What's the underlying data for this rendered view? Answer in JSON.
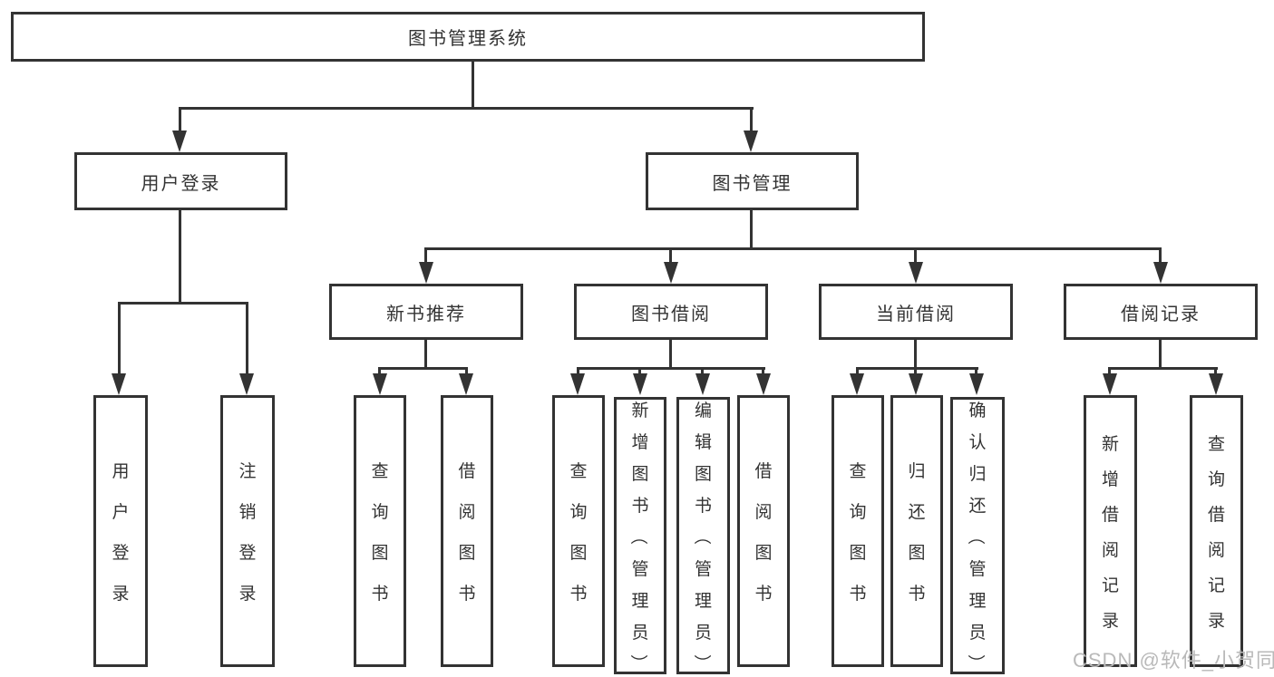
{
  "diagram": {
    "root": {
      "label": "图书管理系统"
    },
    "level2": [
      {
        "label": "用户登录"
      },
      {
        "label": "图书管理"
      }
    ],
    "level3": [
      {
        "label": "新书推荐"
      },
      {
        "label": "图书借阅"
      },
      {
        "label": "当前借阅"
      },
      {
        "label": "借阅记录"
      }
    ],
    "leaves": {
      "user_login": [
        "用户登录",
        "注销登录"
      ],
      "new_book": [
        "查询图书",
        "借阅图书"
      ],
      "book_borrow": [
        "查询图书",
        "新增图书（管理员）",
        "编辑图书（管理员）",
        "借阅图书"
      ],
      "current_borrow": [
        "查询图书",
        "归还图书",
        "确认归还（管理员）"
      ],
      "borrow_record": [
        "新增借阅记录",
        "查询借阅记录"
      ]
    }
  },
  "watermark": {
    "text": "CSDN @软件_小贺同学"
  },
  "colors": {
    "line": "#333333",
    "text": "#333333",
    "background": "#ffffff",
    "watermark": "#b9b9b9"
  }
}
